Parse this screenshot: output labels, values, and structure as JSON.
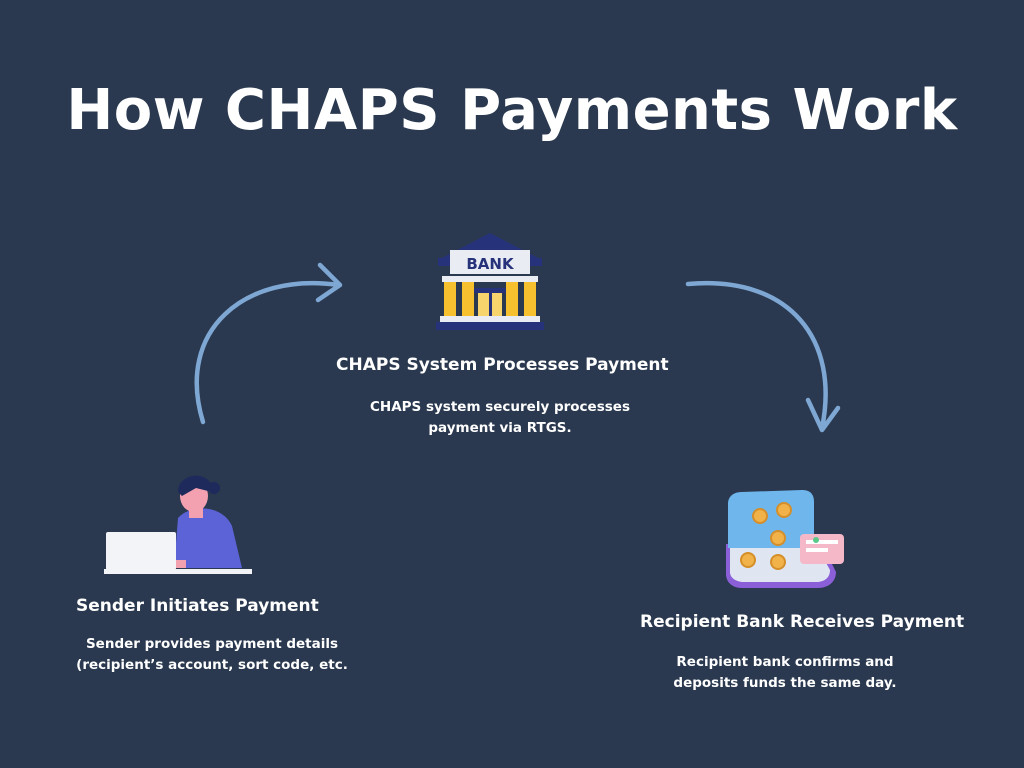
{
  "title": "How CHAPS Payments Work",
  "steps": [
    {
      "title": "Sender Initiates Payment",
      "description": [
        "Sender provides payment details",
        "(recipient’s account, sort code, etc."
      ],
      "icon": "person-at-laptop-icon"
    },
    {
      "title": "CHAPS System Processes Payment",
      "description": [
        "CHAPS system securely processes",
        "payment via RTGS."
      ],
      "icon": "bank-building-icon",
      "icon_label": "BANK"
    },
    {
      "title": "Recipient Bank Receives Payment",
      "description": [
        "Recipient bank confirms and",
        "deposits funds the same day."
      ],
      "icon": "wallet-with-coins-icon"
    }
  ],
  "colors": {
    "background": "#2a394f",
    "arrow": "#7ea7d4",
    "text": "#ffffff"
  }
}
